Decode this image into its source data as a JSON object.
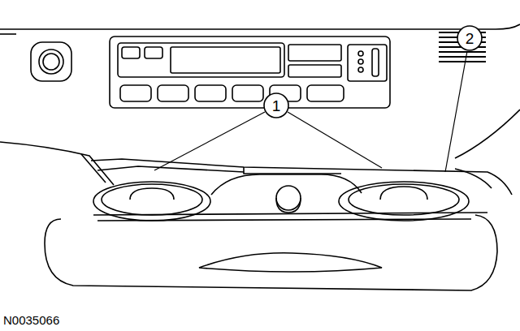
{
  "diagram": {
    "nodes": [
      {
        "text": [
          "1"
        ]
      },
      {
        "text": [
          "2"
        ]
      }
    ],
    "labels": [
      "N0035066"
    ]
  }
}
